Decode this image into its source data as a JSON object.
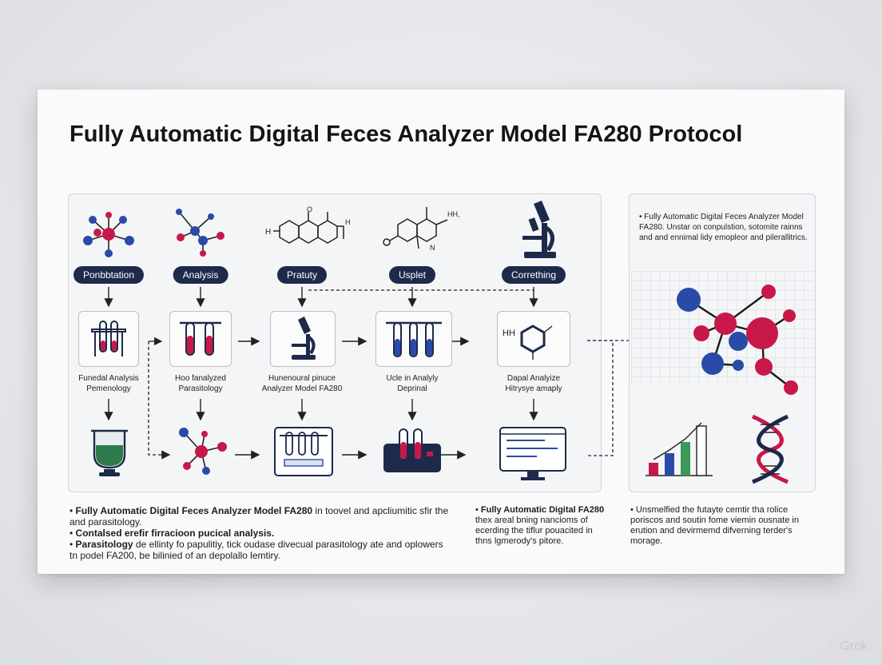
{
  "title": "Fully Automatic Digital Feces Analyzer Model FA280 Protocol",
  "pills": [
    "Ponbbtation",
    "Analysis",
    "Pratuty",
    "Usplet",
    "Corrething"
  ],
  "captions": [
    [
      "Funedal Analysis",
      "Pemenology"
    ],
    [
      "Hoo fanalyzed",
      "Parasitology"
    ],
    [
      "Hunenoural pinuce",
      "Analyzer Model FA280"
    ],
    [
      "Ucle in Analyly",
      "Deprinal"
    ],
    [
      "Dapal Analyize",
      "Hitrysye amaply"
    ]
  ],
  "chem_labels": {
    "h_left": "H",
    "oh": "O",
    "h_right": "H",
    "hh": "HH,",
    "n": "N",
    "box_hh": "HH"
  },
  "side_panel": {
    "bullet": "Fully Automatic Digital Feces Analyzer Model FA280. Unstar on conpulstion, sotomite rainns and and ennimal lidy emopleor and pilerallitrics."
  },
  "bottom_bullets": {
    "col1": [
      {
        "strong": "Fully Automatic Digital Feces Analyzer Model FA280",
        "rest": " in toovel and apcliumitic sfir the and parasitology."
      },
      {
        "strong": "Contalsed erefir firracioon pucical analysis.",
        "rest": ""
      },
      {
        "strong": "Parasitology",
        "rest": " de ellinty fo papulitiy, tick oudase divecual parasitology ate and oplowers tn podel FA200, be bilinied of an depolallo lemtiry."
      }
    ],
    "col2": [
      {
        "strong": "Fully Automatic Digital FA280",
        "rest": " thex areal bning nancioms of ecerding the tiflur pouacited in thns lgmerody's pitore."
      }
    ],
    "col3": [
      {
        "strong": "",
        "rest": "Unsmelfied the futayte cemtir tha rolice poriscos and soutin fome viemin ousnate in erution and devirmemd difverning terder's morage."
      }
    ]
  },
  "watermark": "Grok",
  "colors": {
    "navy": "#1e2a4a",
    "red": "#c8184a",
    "blue": "#2a4aa8",
    "green": "#3a9a55"
  }
}
